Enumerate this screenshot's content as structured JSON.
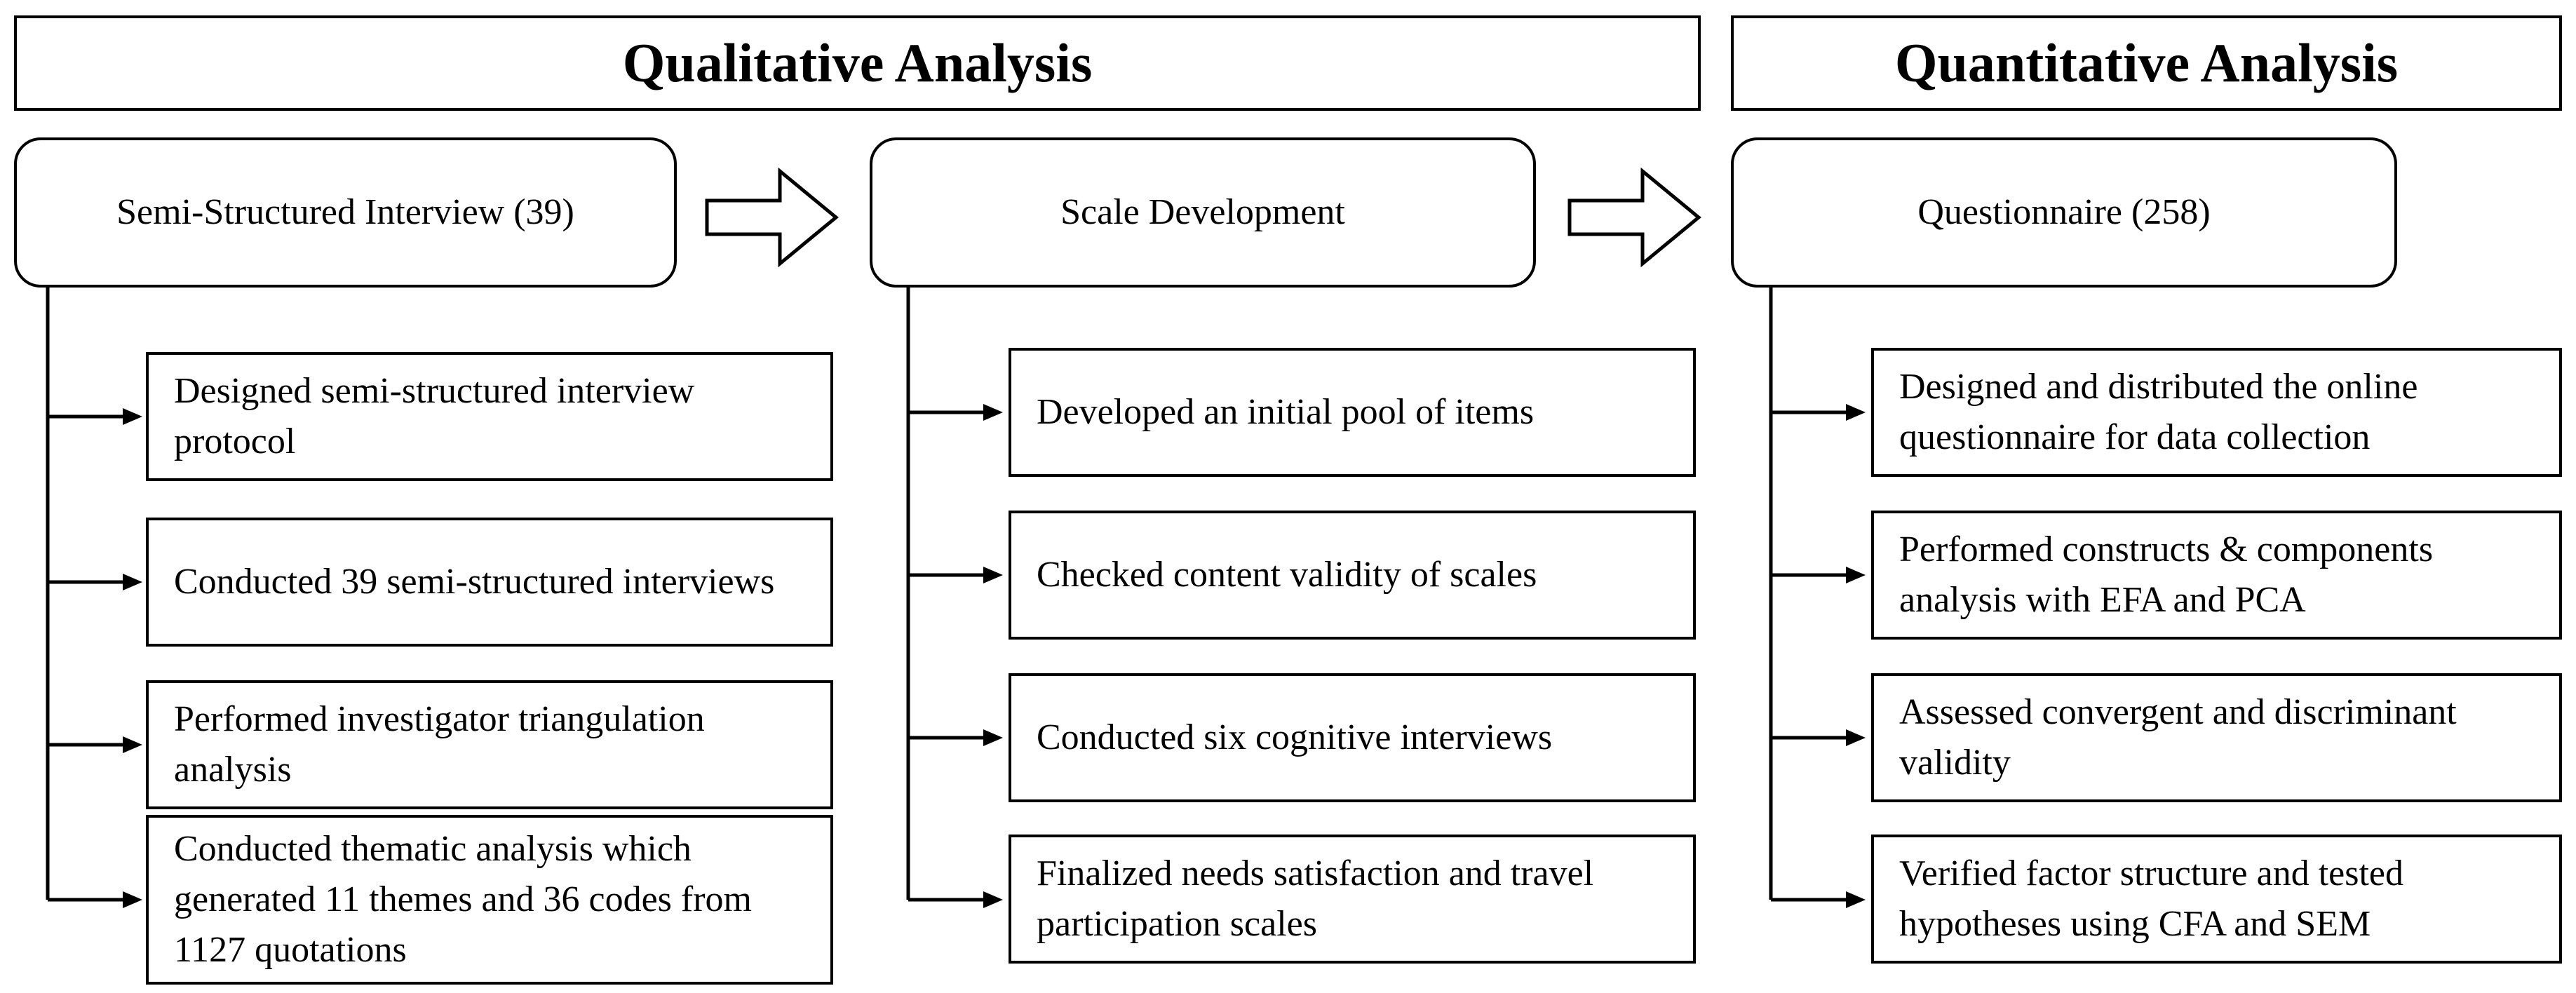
{
  "headers": {
    "qualitative": "Qualitative Analysis",
    "quantitative": "Quantitative Analysis"
  },
  "stages": [
    {
      "label": "Semi-Structured Interview (39)",
      "steps": [
        "Designed semi-structured interview protocol",
        "Conducted 39 semi-structured interviews",
        "Performed investigator triangulation analysis",
        "Conducted thematic analysis which generated 11 themes and 36 codes from 1127 quotations"
      ]
    },
    {
      "label": "Scale Development",
      "steps": [
        "Developed an initial pool of items",
        "Checked content validity of scales",
        "Conducted six cognitive interviews",
        "Finalized needs satisfaction and travel participation scales"
      ]
    },
    {
      "label": "Questionnaire (258)",
      "steps": [
        "Designed and distributed the online questionnaire for data collection",
        "Performed constructs & components analysis with EFA and PCA",
        "Assessed convergent and discriminant validity",
        "Verified factor structure and tested hypotheses using CFA and SEM"
      ]
    }
  ],
  "icons": {
    "stage_arrow": "hollow-right-arrow-icon",
    "connector_arrow": "right-arrowhead-icon"
  }
}
